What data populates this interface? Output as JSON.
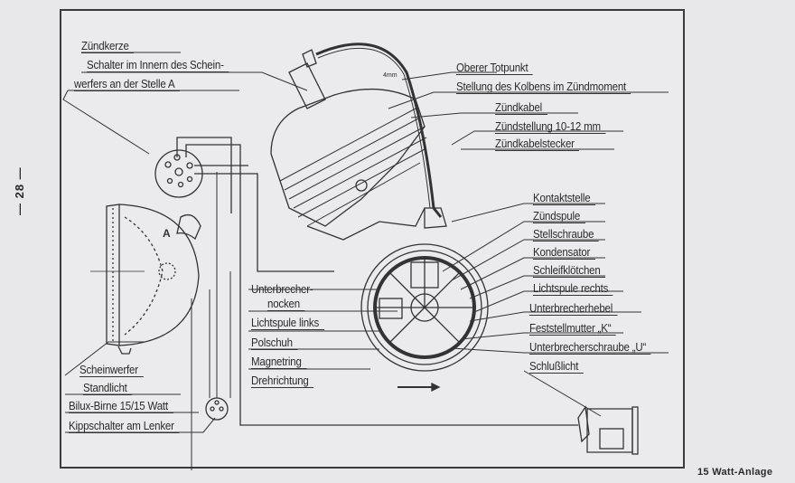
{
  "page": {
    "page_number": "— 28 —",
    "footer": "15 Watt-Anlage",
    "dimension_note": "4mm"
  },
  "labels_left": [
    {
      "id": "zuendkerze",
      "text": "Zündkerze"
    },
    {
      "id": "schalter1",
      "text": "Schalter im Innern des Schein-"
    },
    {
      "id": "schalter2",
      "text": "werfers an der Stelle A"
    },
    {
      "id": "scheinwerfer",
      "text": "Scheinwerfer"
    },
    {
      "id": "standlicht",
      "text": "Standlicht"
    },
    {
      "id": "bilux",
      "text": "Bilux-Birne 15/15 Watt"
    },
    {
      "id": "kippschalter",
      "text": "Kippschalter am Lenker"
    }
  ],
  "labels_center": [
    {
      "id": "nocken1",
      "text": "Unterbrecher-"
    },
    {
      "id": "nocken2",
      "text": "nocken"
    },
    {
      "id": "lichtspule_links",
      "text": "Lichtspule links"
    },
    {
      "id": "polschuh",
      "text": "Polschuh"
    },
    {
      "id": "magnetring",
      "text": "Magnetring"
    },
    {
      "id": "drehrichtung",
      "text": "Drehrichtung"
    }
  ],
  "labels_right": [
    {
      "id": "oberer_totpunkt",
      "text": "Oberer Totpunkt"
    },
    {
      "id": "stellung",
      "text": "Stellung des Kolbens im Zündmoment"
    },
    {
      "id": "zuendkabel",
      "text": "Zündkabel"
    },
    {
      "id": "zuendstellung",
      "text": "Zündstellung 10-12 mm"
    },
    {
      "id": "zuendkabelstecker",
      "text": "Zündkabelstecker"
    },
    {
      "id": "kontaktstelle",
      "text": "Kontaktstelle"
    },
    {
      "id": "zuendspule",
      "text": "Zündspule"
    },
    {
      "id": "stellschraube",
      "text": "Stellschraube"
    },
    {
      "id": "kondensator",
      "text": "Kondensator"
    },
    {
      "id": "schleifkloetchen",
      "text": "Schleifklötchen"
    },
    {
      "id": "lichtspule_rechts",
      "text": "Lichtspule rechts"
    },
    {
      "id": "unterbrecherhebel",
      "text": "Unterbrecherhebel"
    },
    {
      "id": "feststellmutter",
      "text": "Feststellmutter „K“"
    },
    {
      "id": "unterbrecherschraube",
      "text": "Unterbrecherschraube „U“"
    },
    {
      "id": "schlusslicht",
      "text": "Schlußlicht"
    }
  ],
  "headlamp_marker": "A",
  "colors": {
    "ink": "#2a2a2a",
    "paper": "#ebebed"
  }
}
